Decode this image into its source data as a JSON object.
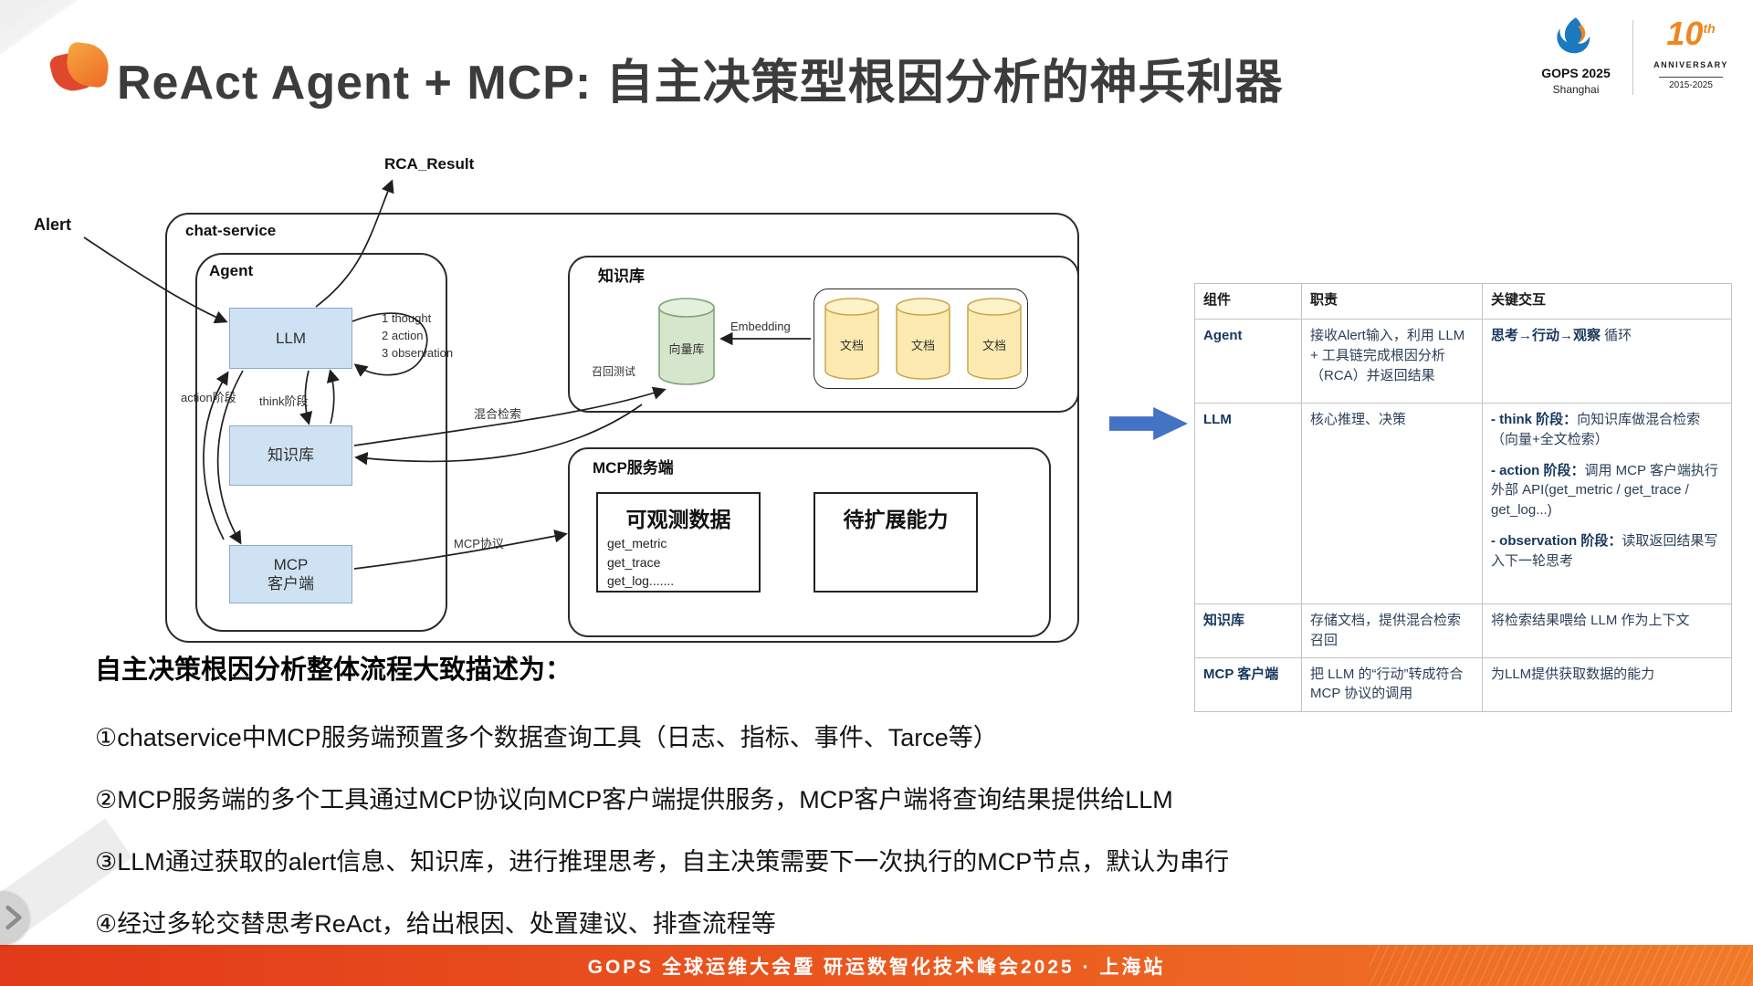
{
  "slide": {
    "title": "ReAct Agent + MCP: 自主决策型根因分析的神兵利器",
    "footer": "GOPS 全球运维大会暨 研运数智化技术峰会2025 · 上海站"
  },
  "branding": {
    "gops_line1": "GOPS 2025",
    "gops_line2": "Shanghai",
    "anniv_number": "10",
    "anniv_suffix": "th",
    "anniv_label": "ANNIVERSARY",
    "anniv_years": "2015-2025"
  },
  "diagram": {
    "alert": "Alert",
    "rca_result": "RCA_Result",
    "chat_service": "chat-service",
    "agent": "Agent",
    "llm": "LLM",
    "kb_inner": "知识库",
    "mcp_client_line1": "MCP",
    "mcp_client_line2": "客户端",
    "loop_steps": [
      "1 thought",
      "2 action",
      "3 observation"
    ],
    "action_phase": "action阶段",
    "think_phase": "think阶段",
    "hybrid_search": "混合检索",
    "recall_test": "召回测试",
    "mcp_protocol": "MCP协议",
    "kb_section": "知识库",
    "vector_db": "向量库",
    "embedding": "Embedding",
    "doc_labels": [
      "文档",
      "文档",
      "文档"
    ],
    "mcp_server": "MCP服务端",
    "observable_title": "可观测数据",
    "observable_tools": [
      "get_metric",
      "get_trace",
      "get_log......."
    ],
    "extensible_title": "待扩展能力"
  },
  "table": {
    "headers": [
      "组件",
      "职责",
      "关键交互"
    ],
    "rows": [
      {
        "component": "Agent",
        "duty": "接收Alert输入，利用 LLM + 工具链完成根因分析（RCA）并返回结果",
        "interaction": [
          {
            "bold": "思考→行动→观察",
            "text": " 循环"
          }
        ]
      },
      {
        "component": "LLM",
        "duty": "核心推理、决策",
        "interaction": [
          {
            "bold": "- think 阶段：",
            "text": "向知识库做混合检索（向量+全文检索）"
          },
          {
            "bold": "- action 阶段：",
            "text": "调用 MCP 客户端执行外部 API(get_metric / get_trace / get_log...)"
          },
          {
            "bold": "- observation 阶段：",
            "text": "读取返回结果写入下一轮思考"
          }
        ]
      },
      {
        "component": "知识库",
        "duty": "存储文档，提供混合检索召回",
        "interaction": [
          {
            "bold": "",
            "text": "将检索结果喂给 LLM 作为上下文"
          }
        ]
      },
      {
        "component": "MCP 客户端",
        "duty": "把 LLM 的“行动”转成符合 MCP 协议的调用",
        "interaction": [
          {
            "bold": "",
            "text": "为LLM提供获取数据的能力"
          }
        ]
      }
    ]
  },
  "description": {
    "heading": "自主决策根因分析整体流程大致描述为：",
    "steps": [
      "①chatservice中MCP服务端预置多个数据查询工具（日志、指标、事件、Tarce等）",
      "②MCP服务端的多个工具通过MCP协议向MCP客户端提供服务，MCP客户端将查询结果提供给LLM",
      "③LLM通过获取的alert信息、知识库，进行推理思考，自主决策需要下一次执行的MCP节点，默认为串行",
      "④经过多轮交替思考ReAct，给出根因、处置建议、排查流程等"
    ]
  }
}
